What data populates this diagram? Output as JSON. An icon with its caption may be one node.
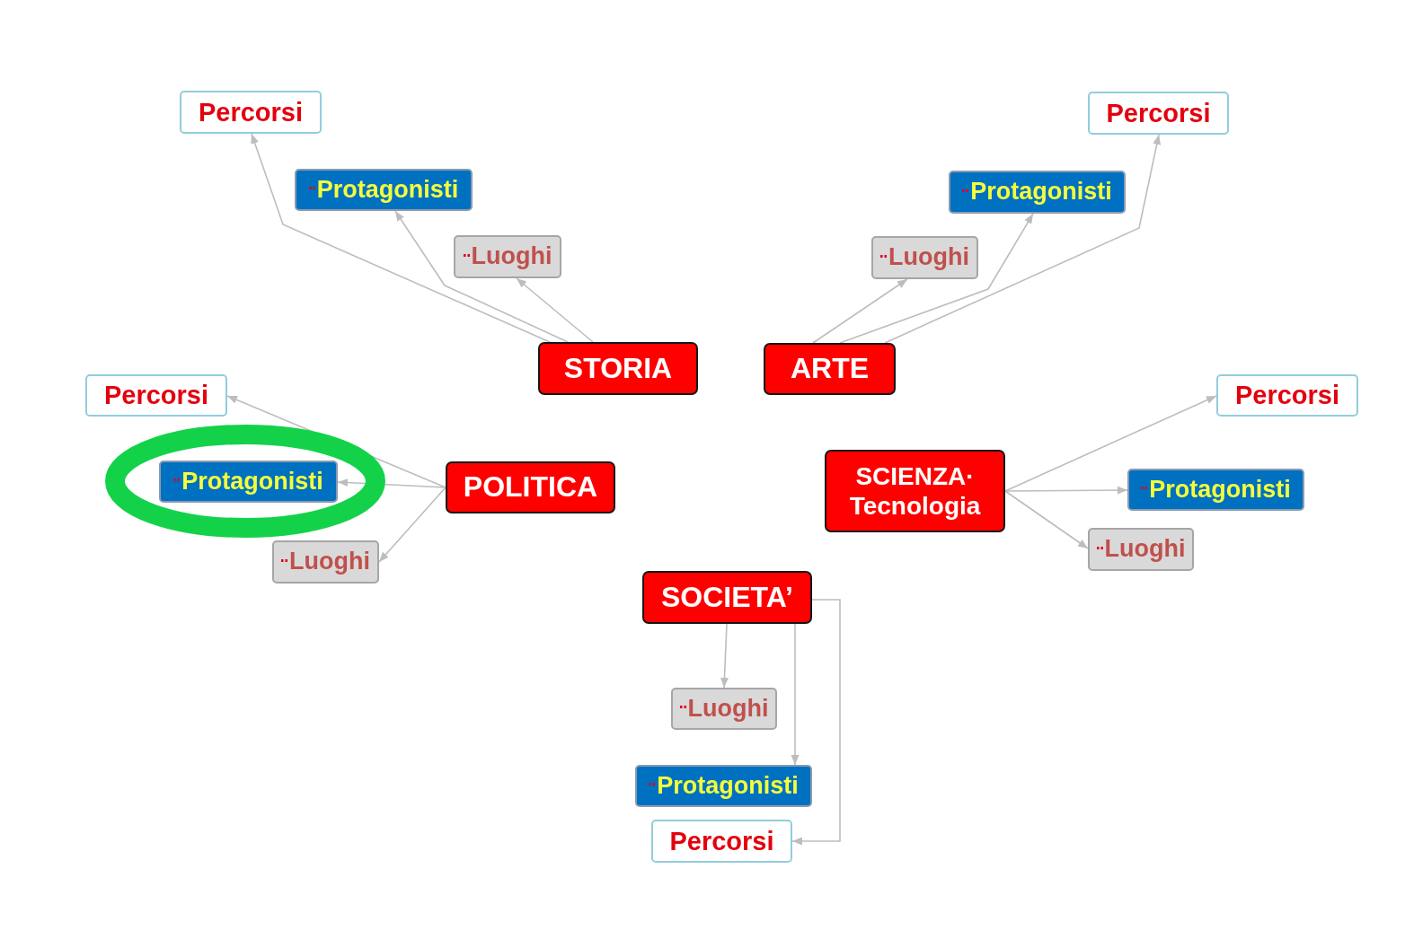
{
  "diagram": {
    "nodes": [
      {
        "text": [
          "STORIA"
        ]
      },
      {
        "text": [
          "Luoghi"
        ]
      },
      {
        "text": [
          "Protagonisti"
        ]
      },
      {
        "text": [
          "Percorsi"
        ]
      },
      {
        "text": [
          "ARTE"
        ]
      },
      {
        "text": [
          "Luoghi"
        ]
      },
      {
        "text": [
          "Protagonisti"
        ]
      },
      {
        "text": [
          "Percorsi"
        ]
      },
      {
        "text": [
          "POLITICA"
        ]
      },
      {
        "text": [
          "Percorsi"
        ]
      },
      {
        "text": [
          "Protagonisti"
        ]
      },
      {
        "text": [
          "Luoghi"
        ]
      },
      {
        "text": [
          "SCIENZA· Tecnologia"
        ]
      },
      {
        "text": [
          "Percorsi"
        ]
      },
      {
        "text": [
          "Protagonisti"
        ]
      },
      {
        "text": [
          "Luoghi"
        ]
      },
      {
        "text": [
          "SOCIETA’"
        ]
      },
      {
        "text": [
          "Luoghi"
        ]
      },
      {
        "text": [
          "Protagonisti"
        ]
      },
      {
        "text": [
          "Percorsi"
        ]
      }
    ],
    "edges": [
      {
        "from": 0,
        "to": 1,
        "arrow": "to"
      },
      {
        "from": 0,
        "to": 2,
        "arrow": "to"
      },
      {
        "from": 0,
        "to": 3,
        "arrow": "to"
      },
      {
        "from": 4,
        "to": 5,
        "arrow": "to"
      },
      {
        "from": 4,
        "to": 6,
        "arrow": "to"
      },
      {
        "from": 4,
        "to": 7,
        "arrow": "to"
      },
      {
        "from": 8,
        "to": 9,
        "arrow": "to"
      },
      {
        "from": 8,
        "to": 10,
        "arrow": "to"
      },
      {
        "from": 8,
        "to": 11,
        "arrow": "to"
      },
      {
        "from": 12,
        "to": 13,
        "arrow": "to"
      },
      {
        "from": 12,
        "to": 14,
        "arrow": "to"
      },
      {
        "from": 12,
        "to": 15,
        "arrow": "to"
      },
      {
        "from": 16,
        "to": 17,
        "arrow": "to"
      },
      {
        "from": 16,
        "to": 18,
        "arrow": "to"
      },
      {
        "from": 16,
        "to": 19,
        "arrow": "to"
      }
    ]
  }
}
